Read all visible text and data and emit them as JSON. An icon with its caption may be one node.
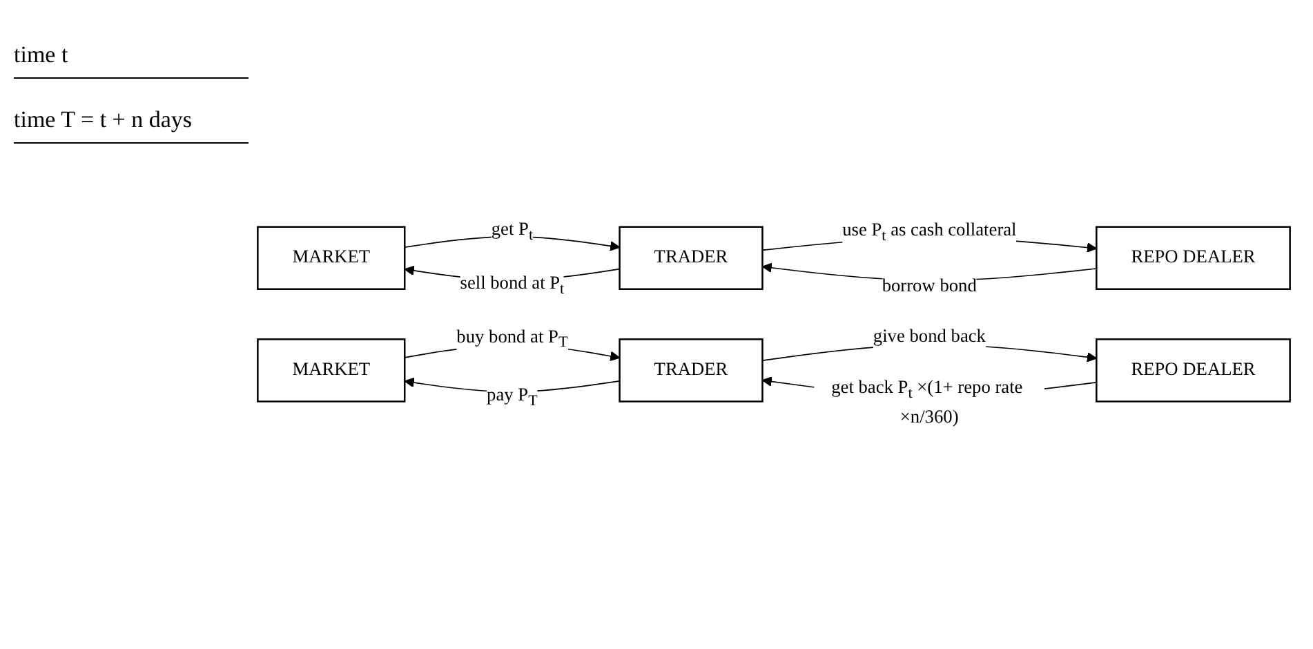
{
  "diagram": {
    "nodes": [
      {
        "text": [
          "MARKET"
        ]
      },
      {
        "text": [
          "TRADER"
        ]
      },
      {
        "text": [
          "REPO DEALER"
        ]
      },
      {
        "text": [
          "MARKET"
        ]
      },
      {
        "text": [
          "TRADER"
        ]
      },
      {
        "text": [
          "REPO DEALER"
        ]
      }
    ],
    "edges": [
      {
        "from": 1,
        "to": 0,
        "arrow": "to",
        "label": "sell bond at P$_{t}$"
      },
      {
        "from": 0,
        "to": 1,
        "arrow": "to",
        "label": "get P$_{t}$"
      },
      {
        "from": 2,
        "to": 1,
        "arrow": "to",
        "label": "borrow bond"
      },
      {
        "from": 1,
        "to": 2,
        "arrow": "to",
        "label": "use P$_{t}$ as cash collateral"
      },
      {
        "from": 3,
        "to": 4,
        "arrow": "to",
        "label": "buy bond at P$_{T}$"
      },
      {
        "from": 4,
        "to": 3,
        "arrow": "to",
        "label": "pay P$_{T}$"
      },
      {
        "from": 4,
        "to": 5,
        "arrow": "to",
        "label": "give bond back"
      },
      {
        "from": 5,
        "to": 4,
        "arrow": "to",
        "label": "get back P$_{t}$ ×(1+ repo rate ×n/360)"
      }
    ],
    "labels": [
      "time t",
      "time T = t + n days"
    ]
  }
}
